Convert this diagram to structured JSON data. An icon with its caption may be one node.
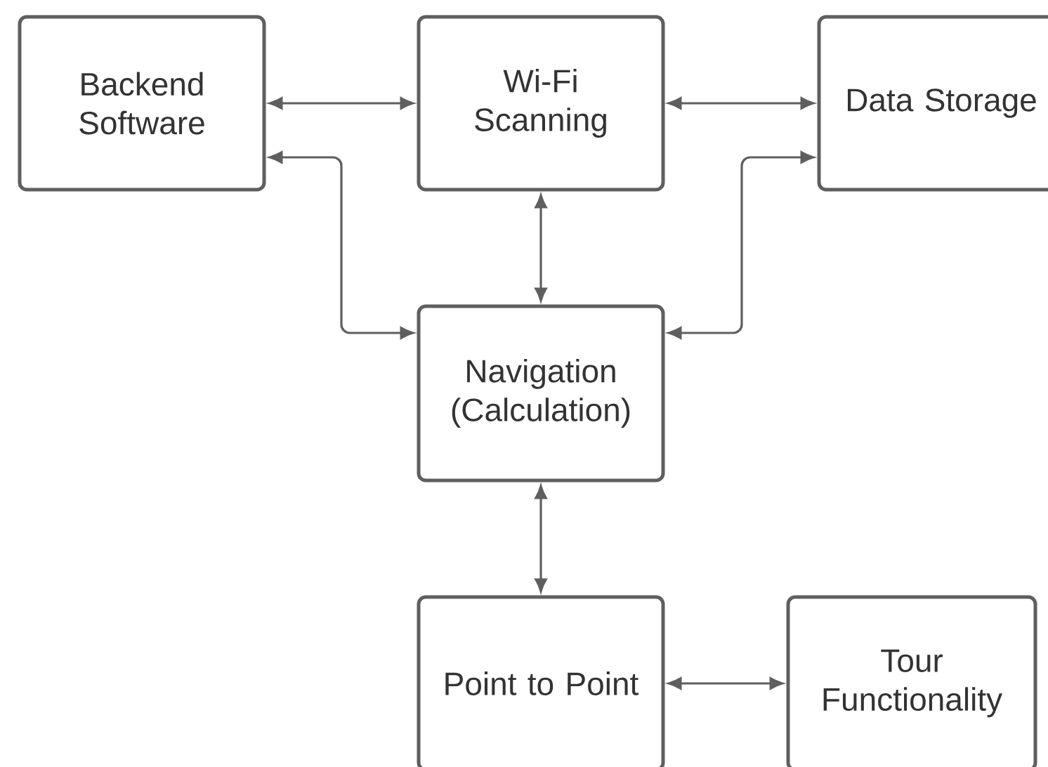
{
  "diagram": {
    "nodes": [
      {
        "text": [
          "Backend Software"
        ]
      },
      {
        "text": [
          "Wi-Fi Scanning"
        ]
      },
      {
        "text": [
          "Data Storage"
        ]
      },
      {
        "text": [
          "Navigation (Calculation)"
        ]
      },
      {
        "text": [
          "Point to Point"
        ]
      },
      {
        "text": [
          "Tour Functionality"
        ]
      }
    ],
    "edges": [
      {
        "from": 0,
        "to": 1,
        "arrow": "both"
      },
      {
        "from": 1,
        "to": 2,
        "arrow": "both"
      },
      {
        "from": 0,
        "to": 3,
        "arrow": "both"
      },
      {
        "from": 2,
        "to": 3,
        "arrow": "both"
      },
      {
        "from": 1,
        "to": 3,
        "arrow": "both"
      },
      {
        "from": 3,
        "to": 4,
        "arrow": "both"
      },
      {
        "from": 4,
        "to": 5,
        "arrow": "both"
      }
    ]
  }
}
